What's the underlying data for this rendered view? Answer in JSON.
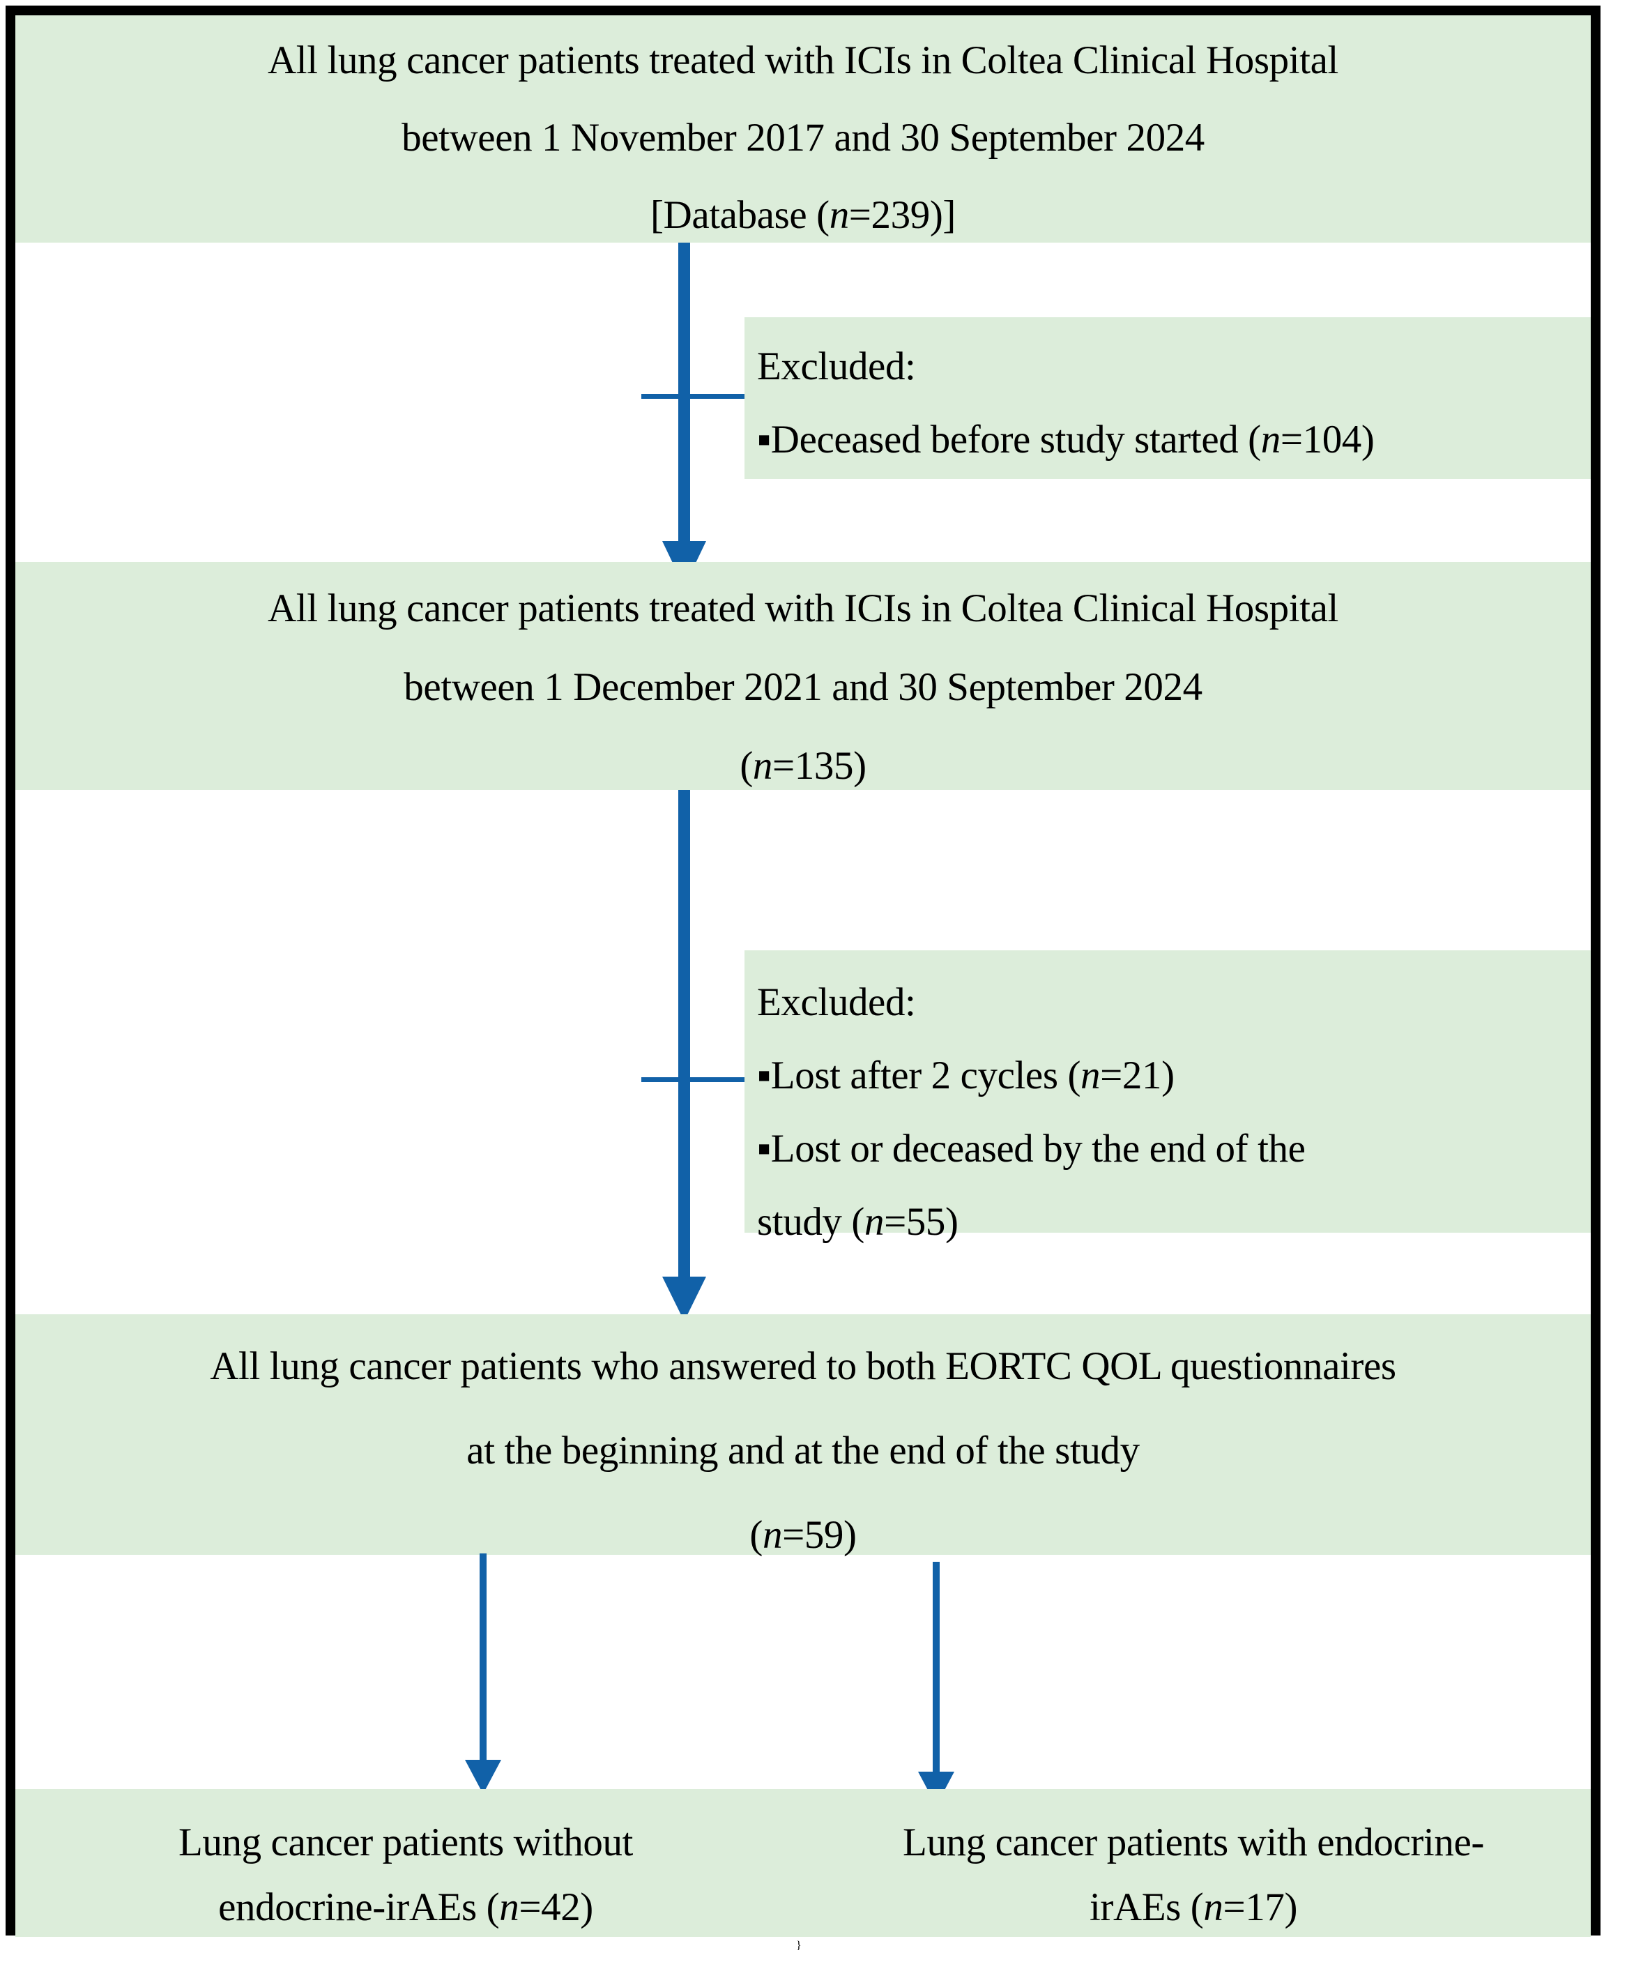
{
  "theme": {
    "panel_fill": "#dcedda",
    "frame_color": "#000000",
    "arrow_color": "#1161a8",
    "text_color": "#000000"
  },
  "flowchart": {
    "type": "study-enrollment-flow",
    "nodes": [
      {
        "id": "database",
        "kind": "population",
        "lines": [
          "All lung cancer patients treated with ICIs in Coltea Clinical Hospital",
          "between 1 November 2017 and 30 September 2024",
          "[Database (n=239)]"
        ],
        "count_label": "n=239"
      },
      {
        "id": "excluded-1",
        "kind": "exclusion",
        "heading": "Excluded:",
        "items": [
          "▪Deceased before study started (n=104)"
        ],
        "counts": [
          "n=104"
        ]
      },
      {
        "id": "cohort-2021",
        "kind": "population",
        "lines": [
          "All lung cancer patients treated with ICIs in Coltea Clinical Hospital",
          "between 1 December 2021 and 30 September  2024",
          "(n=135)"
        ],
        "count_label": "n=135"
      },
      {
        "id": "excluded-2",
        "kind": "exclusion",
        "heading": "Excluded:",
        "items": [
          "▪Lost after 2 cycles (n=21)",
          "▪Lost or deceased by the end of the",
          "study (n=55)"
        ],
        "counts": [
          "n=21",
          "n=55"
        ]
      },
      {
        "id": "answered-both",
        "kind": "population",
        "lines": [
          "All lung cancer patients who answered to both EORTC QOL questionnaires",
          "at the beginning and at the end of the study",
          "(n=59)"
        ],
        "count_label": "n=59"
      },
      {
        "id": "outcome-without",
        "kind": "outcome",
        "lines": [
          "Lung cancer patients without",
          "endocrine-irAEs (n=42)"
        ],
        "count_label": "n=42"
      },
      {
        "id": "outcome-with",
        "kind": "outcome",
        "lines": [
          "Lung cancer patients with endocrine-",
          "irAEs (n=17)"
        ],
        "count_label": "n=17"
      }
    ],
    "edges": [
      {
        "from": "database",
        "to": "cohort-2021",
        "style": "thick-down"
      },
      {
        "from": "database",
        "to": "excluded-1",
        "style": "thin-right"
      },
      {
        "from": "cohort-2021",
        "to": "answered-both",
        "style": "thick-down"
      },
      {
        "from": "cohort-2021",
        "to": "excluded-2",
        "style": "thin-right"
      },
      {
        "from": "answered-both",
        "to": "outcome-without",
        "style": "thin-down"
      },
      {
        "from": "answered-both",
        "to": "outcome-with",
        "style": "thin-down"
      }
    ]
  },
  "text": {
    "box1": {
      "l1": "All lung cancer patients treated with ICIs in Coltea Clinical Hospital",
      "l2": "between 1 November 2017 and 30 September 2024",
      "l3_pre": "[Database (",
      "l3_n": "n",
      "l3_post": "=239)]"
    },
    "excl1": {
      "heading": "Excluded:",
      "i1_pre": "▪Deceased before study started (",
      "i1_n": "n",
      "i1_post": "=104)"
    },
    "box2": {
      "l1": "All lung cancer patients treated with ICIs in Coltea Clinical Hospital",
      "l2": "between 1 December 2021 and 30 September  2024",
      "l3_pre": "(",
      "l3_n": "n",
      "l3_post": "=135)"
    },
    "excl2": {
      "heading": "Excluded:",
      "i1_pre": "▪Lost after 2 cycles (",
      "i1_n": "n",
      "i1_post": "=21)",
      "i2": "▪Lost or deceased by the end of the",
      "i3_pre": "study (",
      "i3_n": "n",
      "i3_post": "=55)"
    },
    "box3": {
      "l1": "All lung cancer patients who answered to both EORTC QOL questionnaires",
      "l2": "at the beginning and at the end of the study",
      "l3_pre": "(",
      "l3_n": "n",
      "l3_post": "=59)"
    },
    "outLeft": {
      "l1": "Lung cancer patients without",
      "l2_pre": "endocrine-irAEs (",
      "l2_n": "n",
      "l2_post": "=42)"
    },
    "outRight": {
      "l1": "Lung cancer patients with endocrine-",
      "l2_pre": "irAEs (",
      "l2_n": "n",
      "l2_post": "=17)"
    }
  }
}
